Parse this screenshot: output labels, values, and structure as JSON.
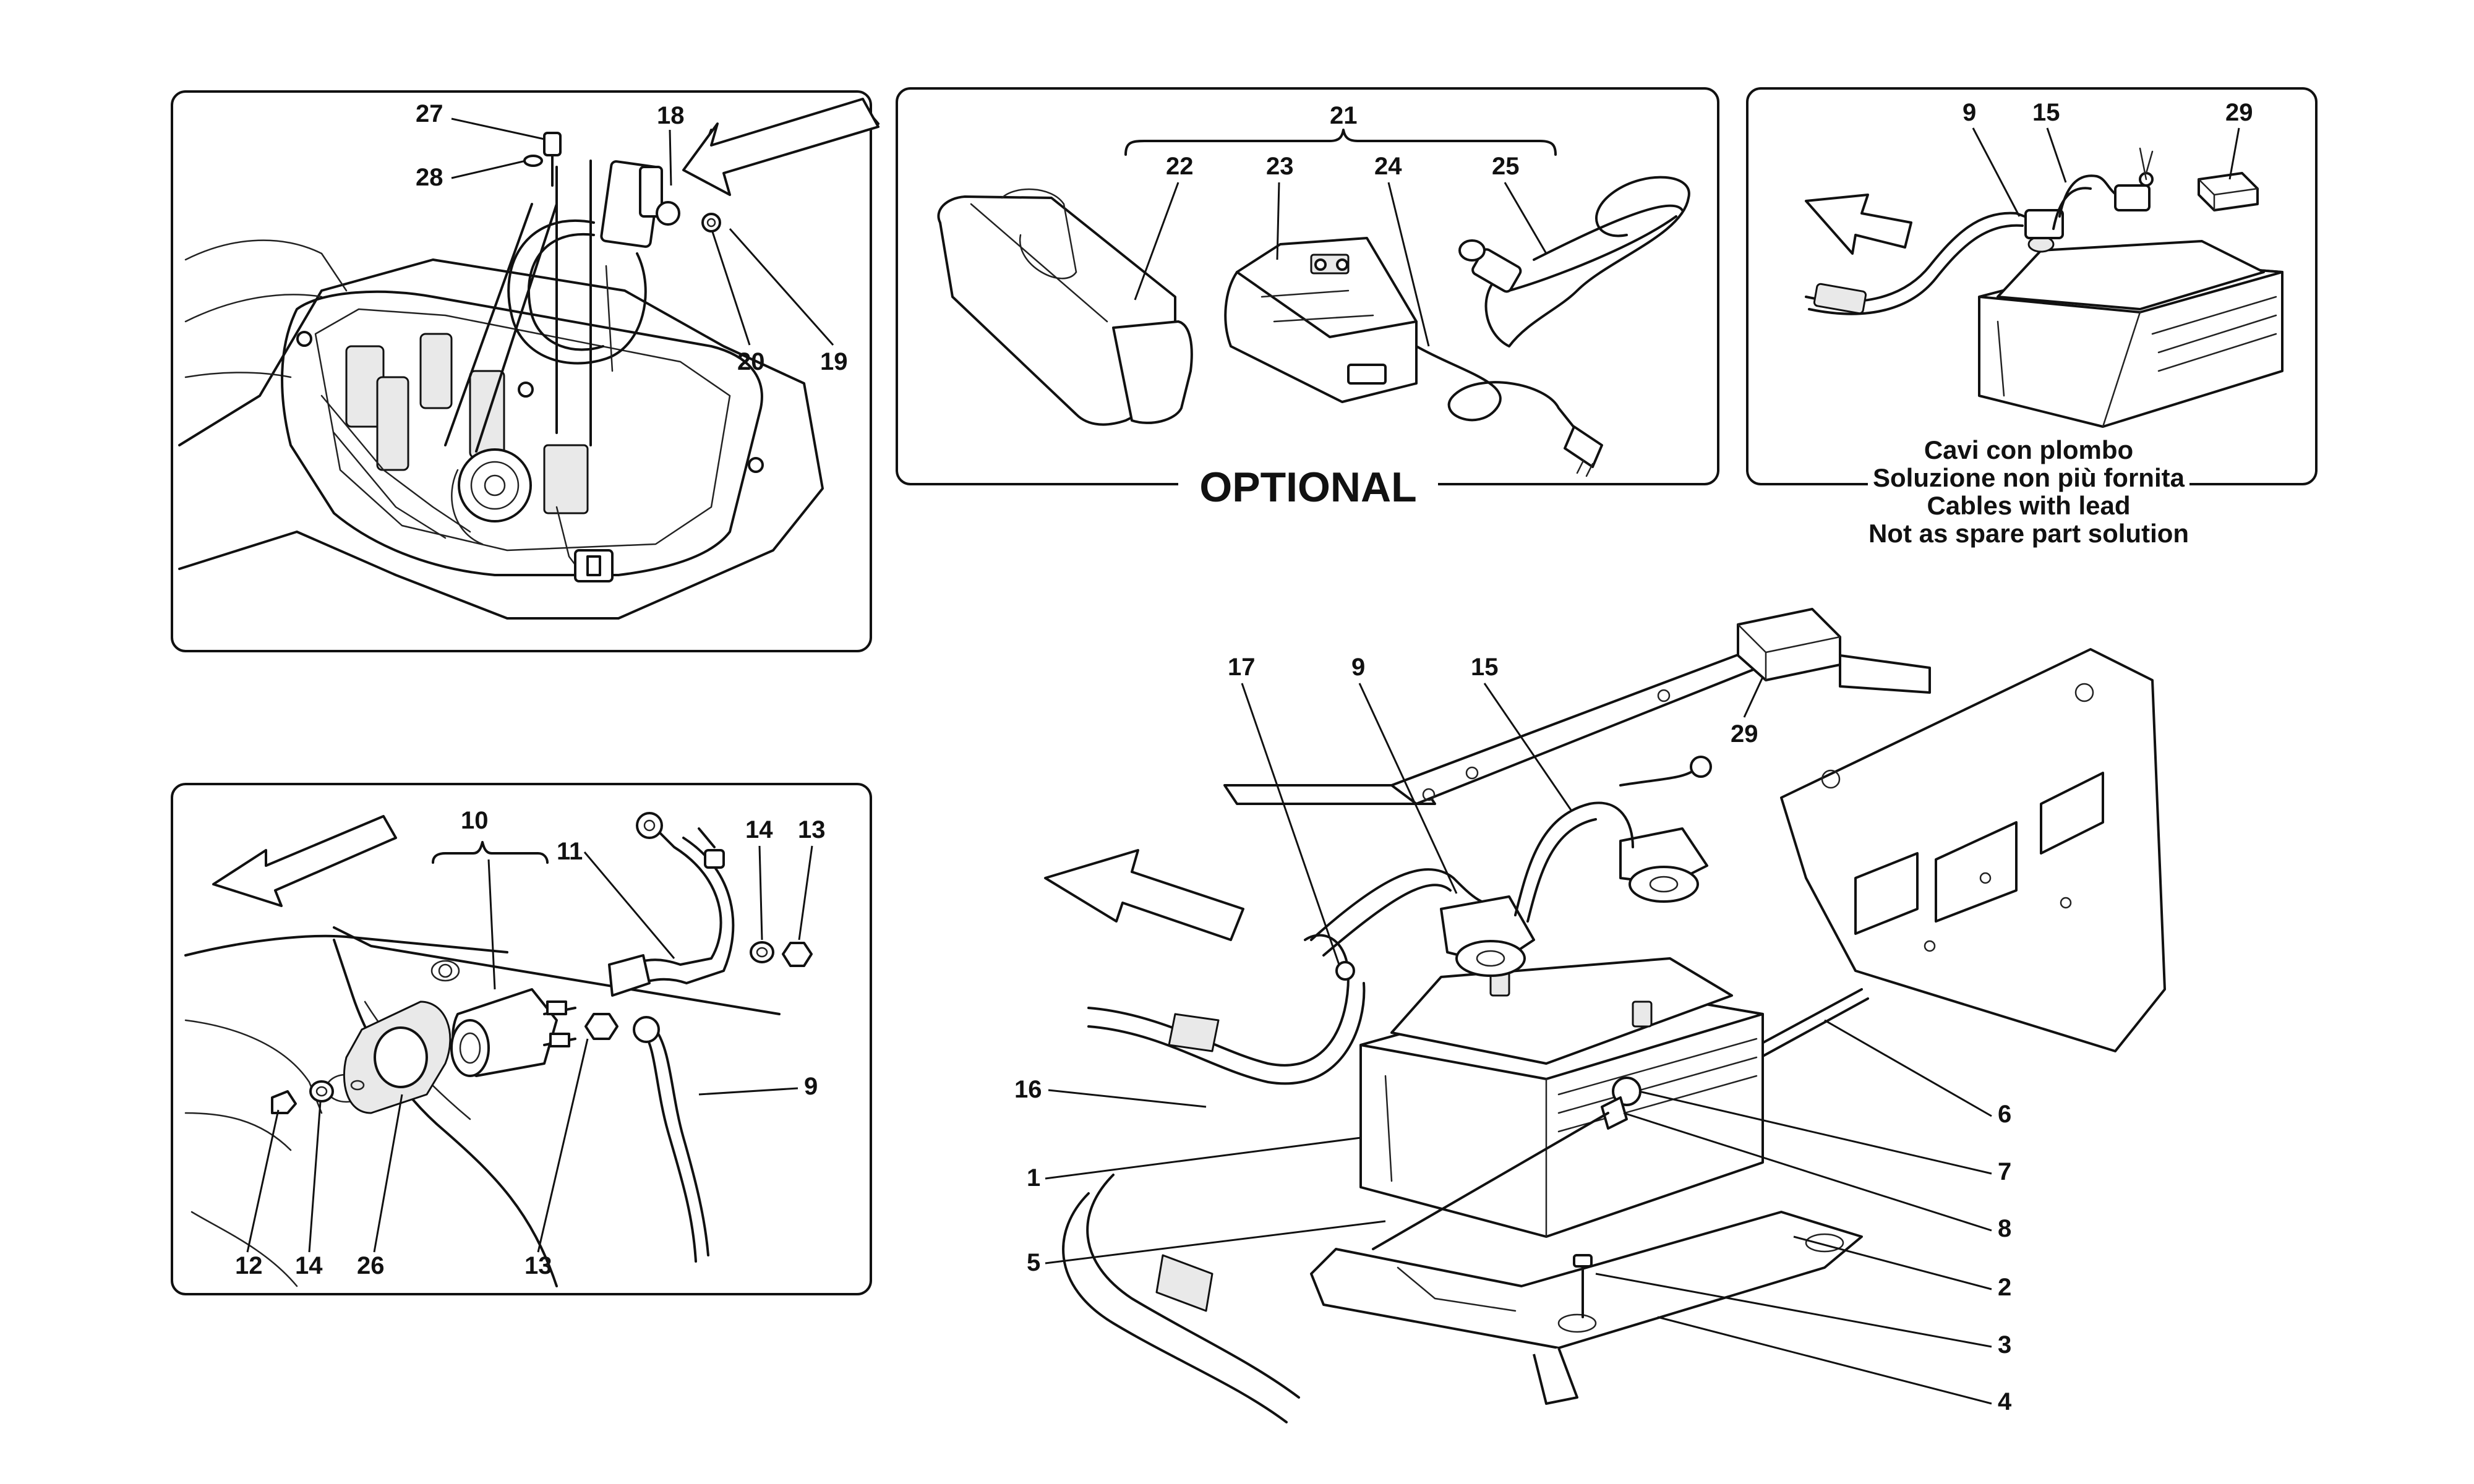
{
  "callouts": {
    "p1": [
      "27",
      "28",
      "18",
      "20",
      "19"
    ],
    "p2": [
      "21",
      "22",
      "23",
      "24",
      "25"
    ],
    "p3": [
      "9",
      "15",
      "29"
    ],
    "p4": [
      "10",
      "11",
      "14",
      "13",
      "9",
      "12",
      "14",
      "26",
      "13"
    ],
    "p5": [
      "17",
      "9",
      "15",
      "29",
      "16",
      "1",
      "5",
      "6",
      "7",
      "8",
      "2",
      "3",
      "4"
    ]
  },
  "optional_label": "OPTIONAL",
  "lead_cable_note": [
    "Cavi con plombo",
    "Soluzione non più fornita",
    "Cables with lead",
    "Not as spare part solution"
  ]
}
